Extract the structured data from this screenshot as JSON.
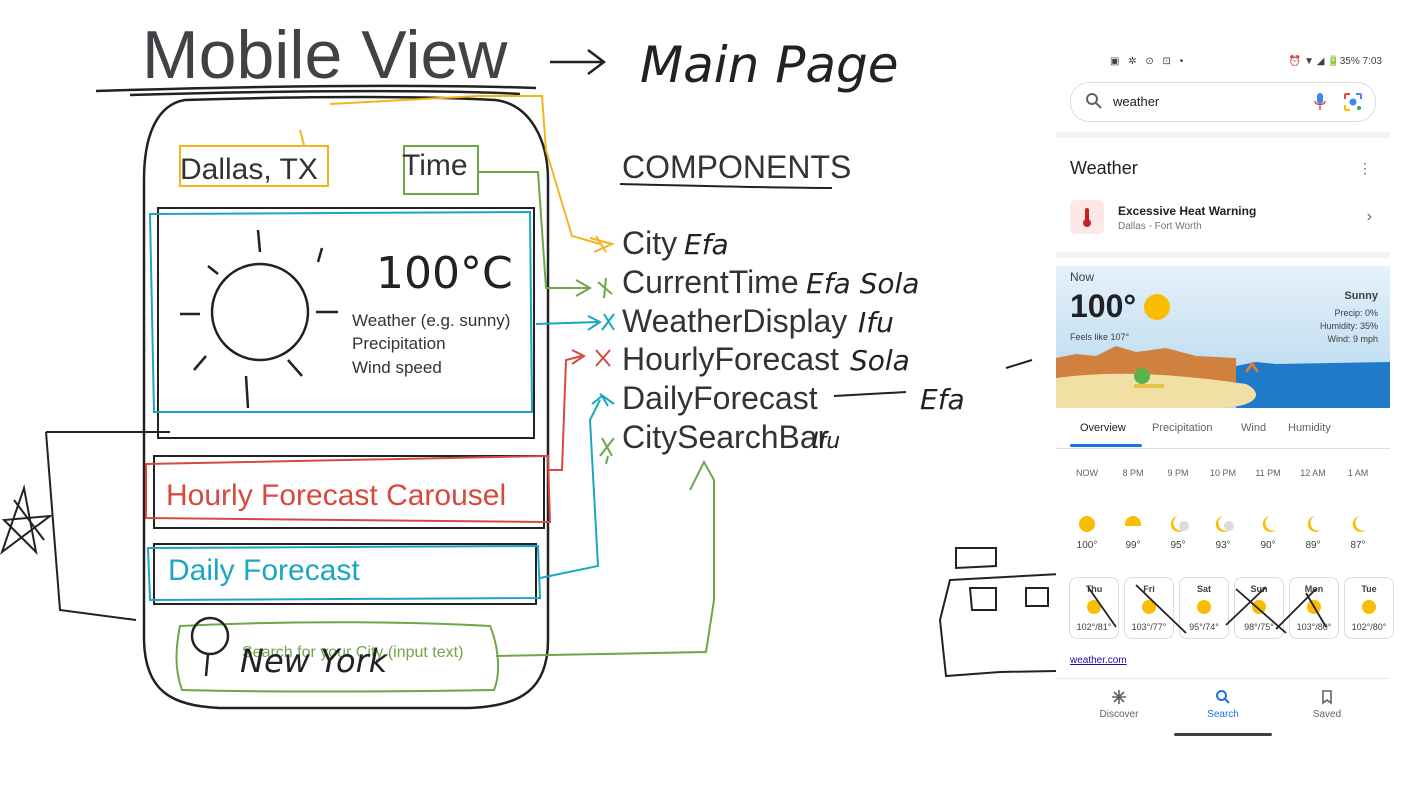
{
  "sketch": {
    "title": "Mobile View",
    "arrow_target": "Main Page",
    "wireframe": {
      "city": "Dallas, TX",
      "time": "Time",
      "temp": "100°C",
      "weather_lines": [
        "Weather (e.g. sunny)",
        "Precipitation",
        "Wind speed"
      ],
      "hourly": "Hourly Forecast Carousel",
      "daily": "Daily Forecast",
      "search_placeholder": "Search for your City (input text)",
      "search_value": "New York"
    },
    "components_heading": "COMPONENTS",
    "components": [
      {
        "name": "City",
        "note": "Efa"
      },
      {
        "name": "CurrentTime",
        "note": "Efa Sola"
      },
      {
        "name": "WeatherDisplay",
        "note": "Ifu"
      },
      {
        "name": "HourlyForecast",
        "note": "Sola"
      },
      {
        "name": "DailyForecast",
        "note": "Efa"
      },
      {
        "name": "CitySearchBar",
        "note": "Ifu"
      }
    ],
    "colors": {
      "yellow": "#f2b51c",
      "green": "#6fa64a",
      "blue": "#1aa7c0",
      "red": "#d64a3e",
      "ink": "#222222",
      "title": "#3f4346"
    }
  },
  "phone": {
    "status_left": "▣ ✲ ⊙ ⊡ •",
    "status_right": "⏰ ▼ ◢ 🔋35% 7:03",
    "query": "weather",
    "card_title": "Weather",
    "alert_title": "Excessive Heat Warning",
    "alert_sub": "Dallas - Fort Worth",
    "now_label": "Now",
    "temp": "100°",
    "feels": "Feels like 107°",
    "condition": "Sunny",
    "precip": "Precip: 0%",
    "humidity": "Humidity: 35%",
    "wind": "Wind: 9 mph",
    "tabs": [
      "Overview",
      "Precipitation",
      "Wind",
      "Humidity"
    ],
    "hourly": [
      {
        "time": "NOW",
        "temp": "100°"
      },
      {
        "time": "8 PM",
        "temp": "99°"
      },
      {
        "time": "9 PM",
        "temp": "95°"
      },
      {
        "time": "10 PM",
        "temp": "93°"
      },
      {
        "time": "11 PM",
        "temp": "90°"
      },
      {
        "time": "12 AM",
        "temp": "89°"
      },
      {
        "time": "1 AM",
        "temp": "87°"
      }
    ],
    "daily": [
      {
        "day": "Thu",
        "temp": "102°/81°"
      },
      {
        "day": "Fri",
        "temp": "103°/77°"
      },
      {
        "day": "Sat",
        "temp": "95°/74°"
      },
      {
        "day": "Sun",
        "temp": "98°/75°"
      },
      {
        "day": "Mon",
        "temp": "103°/80°"
      },
      {
        "day": "Tue",
        "temp": "102°/80°"
      }
    ],
    "source": "weather.com",
    "nav": [
      "Discover",
      "Search",
      "Saved"
    ]
  }
}
